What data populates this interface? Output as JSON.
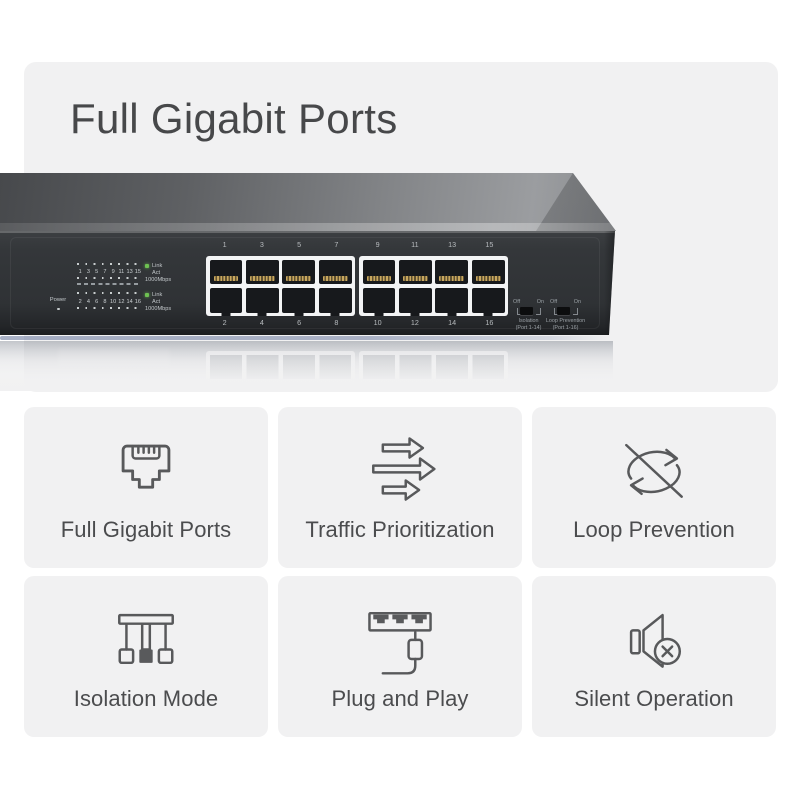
{
  "colors": {
    "page_bg": "#ffffff",
    "panel_bg": "#f1f1f2",
    "title_text": "#47484a",
    "label_text": "#4b4c4e",
    "icon_stroke": "#58595b",
    "led_green": "#6ec152",
    "device_text": "#c3c8cb",
    "glow_blue": "#637299"
  },
  "hero": {
    "title": "Full Gigabit Ports",
    "device": {
      "power_label": "Power",
      "led_numbers_top": [
        "1",
        "3",
        "5",
        "7",
        "9",
        "11",
        "13",
        "15"
      ],
      "led_numbers_bottom": [
        "2",
        "4",
        "6",
        "8",
        "10",
        "12",
        "14",
        "16"
      ],
      "led_legend_top": {
        "link": "Link",
        "act": "Act",
        "speed": "1000Mbps"
      },
      "led_legend_bottom": {
        "link": "Link",
        "act": "Act",
        "speed": "1000Mbps"
      },
      "port_numbers_top": [
        "1",
        "3",
        "5",
        "7",
        "9",
        "11",
        "13",
        "15"
      ],
      "port_numbers_bottom": [
        "2",
        "4",
        "6",
        "8",
        "10",
        "12",
        "14",
        "16"
      ],
      "toggles": [
        {
          "off": "Off",
          "on": "On",
          "label": "Isolation",
          "sub": "(Port 1-14)"
        },
        {
          "off": "Off",
          "on": "On",
          "label": "Loop Prevention",
          "sub": "(Port 1-16)"
        }
      ]
    }
  },
  "features": [
    {
      "label": "Full Gigabit Ports"
    },
    {
      "label": "Traffic Prioritization"
    },
    {
      "label": "Loop Prevention"
    },
    {
      "label": "Isolation Mode"
    },
    {
      "label": "Plug and Play"
    },
    {
      "label": "Silent Operation"
    }
  ]
}
